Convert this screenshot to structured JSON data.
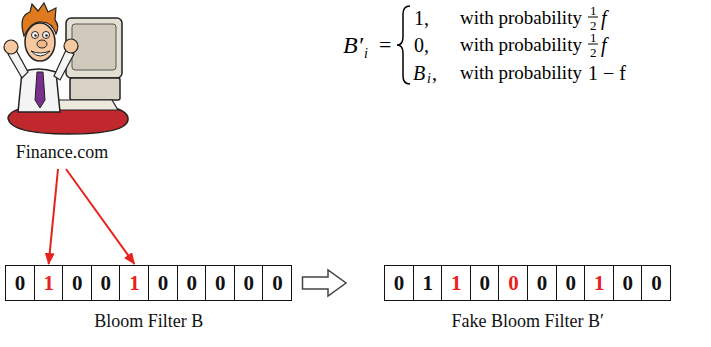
{
  "diagram": {
    "nodes": [
      {
        "text": [
          "Finance.com"
        ]
      },
      {
        "text": [
          "Bloom Filter B"
        ]
      },
      {
        "text": [
          "0"
        ],
        "in": 1
      },
      {
        "text": [
          "1"
        ],
        "in": 1
      },
      {
        "text": [
          "0"
        ],
        "in": 1
      },
      {
        "text": [
          "0"
        ],
        "in": 1
      },
      {
        "text": [
          "1"
        ],
        "in": 1
      },
      {
        "text": [
          "0"
        ],
        "in": 1
      },
      {
        "text": [
          "0"
        ],
        "in": 1
      },
      {
        "text": [
          "0"
        ],
        "in": 1
      },
      {
        "text": [
          "0"
        ],
        "in": 1
      },
      {
        "text": [
          "0"
        ],
        "in": 1
      },
      {
        "text": [
          "Fake Bloom Filter B′"
        ]
      },
      {
        "text": [
          "0"
        ],
        "in": 12
      },
      {
        "text": [
          "1"
        ],
        "in": 12
      },
      {
        "text": [
          "1"
        ],
        "in": 12
      },
      {
        "text": [
          "0"
        ],
        "in": 12
      },
      {
        "text": [
          "0"
        ],
        "in": 12
      },
      {
        "text": [
          "0"
        ],
        "in": 12
      },
      {
        "text": [
          "0"
        ],
        "in": 12
      },
      {
        "text": [
          "1"
        ],
        "in": 12
      },
      {
        "text": [
          "0"
        ],
        "in": 12
      },
      {
        "text": [
          "0"
        ],
        "in": 12
      }
    ],
    "edges": [
      {
        "from": 0,
        "to": 3,
        "arrow": "to"
      },
      {
        "from": 0,
        "to": 6,
        "arrow": "to"
      },
      {
        "from": 1,
        "to": 12,
        "arrow": "to"
      }
    ],
    "labels": [
      "B′",
      "i",
      "=",
      "1,",
      "with probability",
      "1",
      "2",
      "f",
      "0,",
      "with probability",
      "1",
      "2",
      "f",
      "B",
      "i",
      ",",
      "with probability",
      "1 − f"
    ]
  }
}
